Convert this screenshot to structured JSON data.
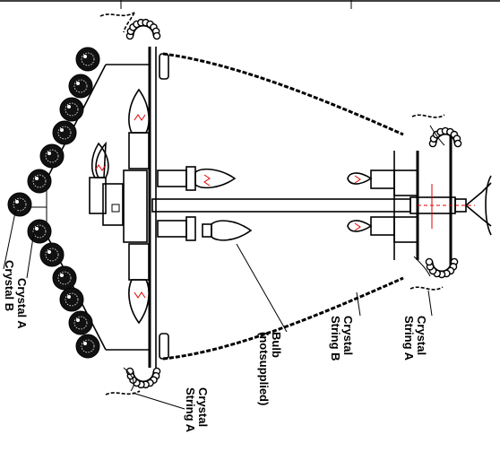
{
  "labels": {
    "crystal_b": "Crystal B",
    "crystal_a": "Crystal A",
    "crystal_string_a_bottom_1": "Crystal",
    "crystal_string_a_bottom_2": "String A",
    "bulb_1": "Bulb",
    "bulb_2": "(notsupplied)",
    "crystal_string_b_1": "Crystal",
    "crystal_string_b_2": "String B",
    "crystal_string_a_right_1": "Crystal",
    "crystal_string_a_right_2": "String A"
  },
  "colors": {
    "line": "#000000",
    "filament": "#e00000",
    "background": "#ffffff"
  }
}
